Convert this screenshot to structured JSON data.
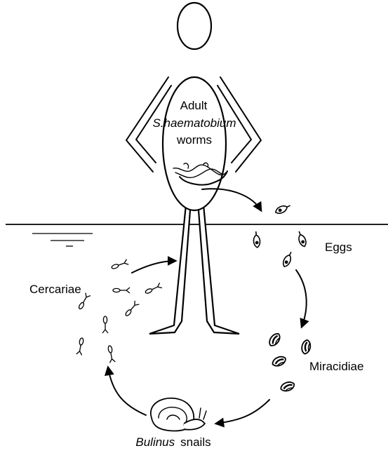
{
  "labels": {
    "adult_line1": "Adult",
    "adult_line2": "S.haematobium",
    "adult_line3": "worms",
    "eggs": "Eggs",
    "miracidiae": "Miracidiae",
    "cercariae": "Cercariae",
    "snail_genus": "Bulinus",
    "snail_word": "snails"
  },
  "icons": {
    "human": "human-figure-icon",
    "worm": "worm-pair-icon",
    "egg": "egg-icon",
    "miracidium": "miracidium-icon",
    "cercaria": "cercaria-icon",
    "snail": "snail-icon",
    "arrow": "cycle-arrow-icon"
  },
  "colors": {
    "ink": "#000000",
    "background": "#ffffff"
  }
}
